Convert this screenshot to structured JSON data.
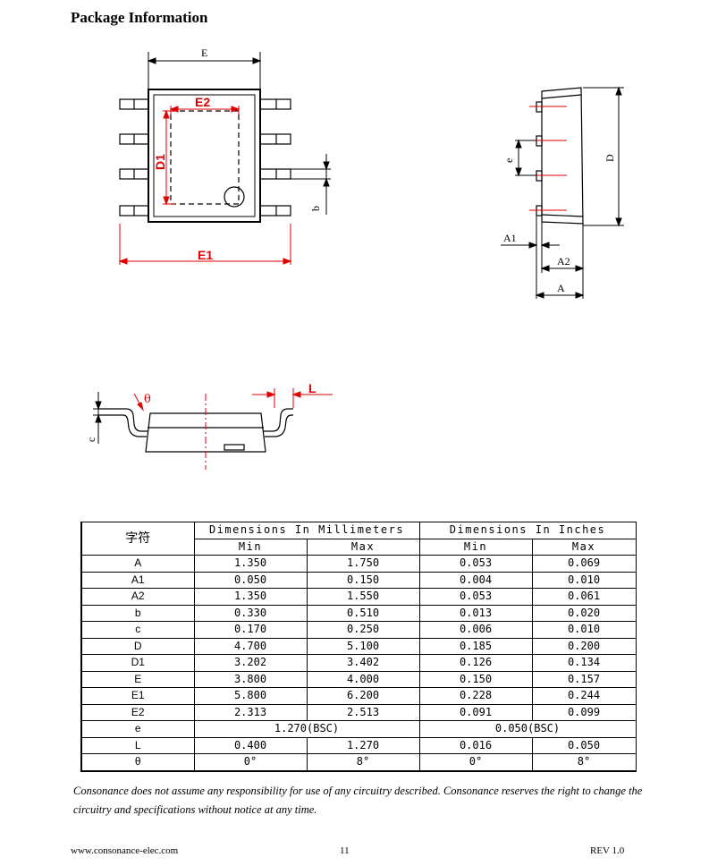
{
  "page": {
    "title": "Package Information"
  },
  "drawings": {
    "top_view": {
      "E": "E",
      "E1": "E1",
      "E2": "E2",
      "D1": "D1",
      "b": "b"
    },
    "side_view": {
      "e": "e",
      "D": "D",
      "A1": "A1",
      "A2": "A2",
      "A": "A"
    },
    "front_view": {
      "c": "c",
      "theta": "θ",
      "L": "L"
    }
  },
  "table": {
    "symbol_header": "字符",
    "mm_header": "Dimensions In Millimeters",
    "in_header": "Dimensions In Inches",
    "min_label": "Min",
    "max_label": "Max",
    "rows": [
      {
        "sym": "A",
        "mm_min": "1.350",
        "mm_max": "1.750",
        "in_min": "0.053",
        "in_max": "0.069"
      },
      {
        "sym": "A1",
        "mm_min": "0.050",
        "mm_max": "0.150",
        "in_min": "0.004",
        "in_max": "0.010"
      },
      {
        "sym": "A2",
        "mm_min": "1.350",
        "mm_max": "1.550",
        "in_min": "0.053",
        "in_max": "0.061"
      },
      {
        "sym": "b",
        "mm_min": "0.330",
        "mm_max": "0.510",
        "in_min": "0.013",
        "in_max": "0.020"
      },
      {
        "sym": "c",
        "mm_min": "0.170",
        "mm_max": "0.250",
        "in_min": "0.006",
        "in_max": "0.010"
      },
      {
        "sym": "D",
        "mm_min": "4.700",
        "mm_max": "5.100",
        "in_min": "0.185",
        "in_max": "0.200"
      },
      {
        "sym": "D1",
        "mm_min": "3.202",
        "mm_max": "3.402",
        "in_min": "0.126",
        "in_max": "0.134"
      },
      {
        "sym": "E",
        "mm_min": "3.800",
        "mm_max": "4.000",
        "in_min": "0.150",
        "in_max": "0.157"
      },
      {
        "sym": "E1",
        "mm_min": "5.800",
        "mm_max": "6.200",
        "in_min": "0.228",
        "in_max": "0.244"
      },
      {
        "sym": "E2",
        "mm_min": "2.313",
        "mm_max": "2.513",
        "in_min": "0.091",
        "in_max": "0.099"
      }
    ],
    "row_e": {
      "sym": "e",
      "mm": "1.270(BSC)",
      "in": "0.050(BSC)"
    },
    "row_L": {
      "sym": "L",
      "mm_min": "0.400",
      "mm_max": "1.270",
      "in_min": "0.016",
      "in_max": "0.050"
    },
    "row_theta": {
      "sym": "θ",
      "mm_min": "0°",
      "mm_max": "8°",
      "in_min": "0°",
      "in_max": "8°"
    }
  },
  "disclaimer": "Consonance does not assume any responsibility for use of any circuitry described. Consonance reserves the right to change the circuitry and specifications without notice at any time.",
  "footer": {
    "website": "www.consonance-elec.com",
    "page_number": "11",
    "revision": "REV 1.0"
  }
}
